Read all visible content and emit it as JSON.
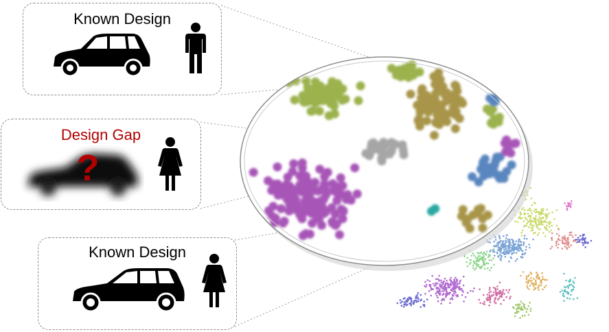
{
  "cards": {
    "top": {
      "title": "Known Design",
      "car_icon": "hatchback-car-icon",
      "person_icon": "man-icon"
    },
    "middle": {
      "title": "Design Gap",
      "car_icon": "blurred-car-icon",
      "mark": "?",
      "person_icon": "woman-icon"
    },
    "bottom": {
      "title": "Known Design",
      "car_icon": "suv-car-icon",
      "person_icon": "woman-icon"
    }
  },
  "colors": {
    "green": "#9bb24e",
    "olive": "#a8954a",
    "purple": "#a757b8",
    "gray": "#a6a6a6",
    "blue": "#5a86c0",
    "teal": "#2aa9a3",
    "gap_text": "#b30000"
  }
}
